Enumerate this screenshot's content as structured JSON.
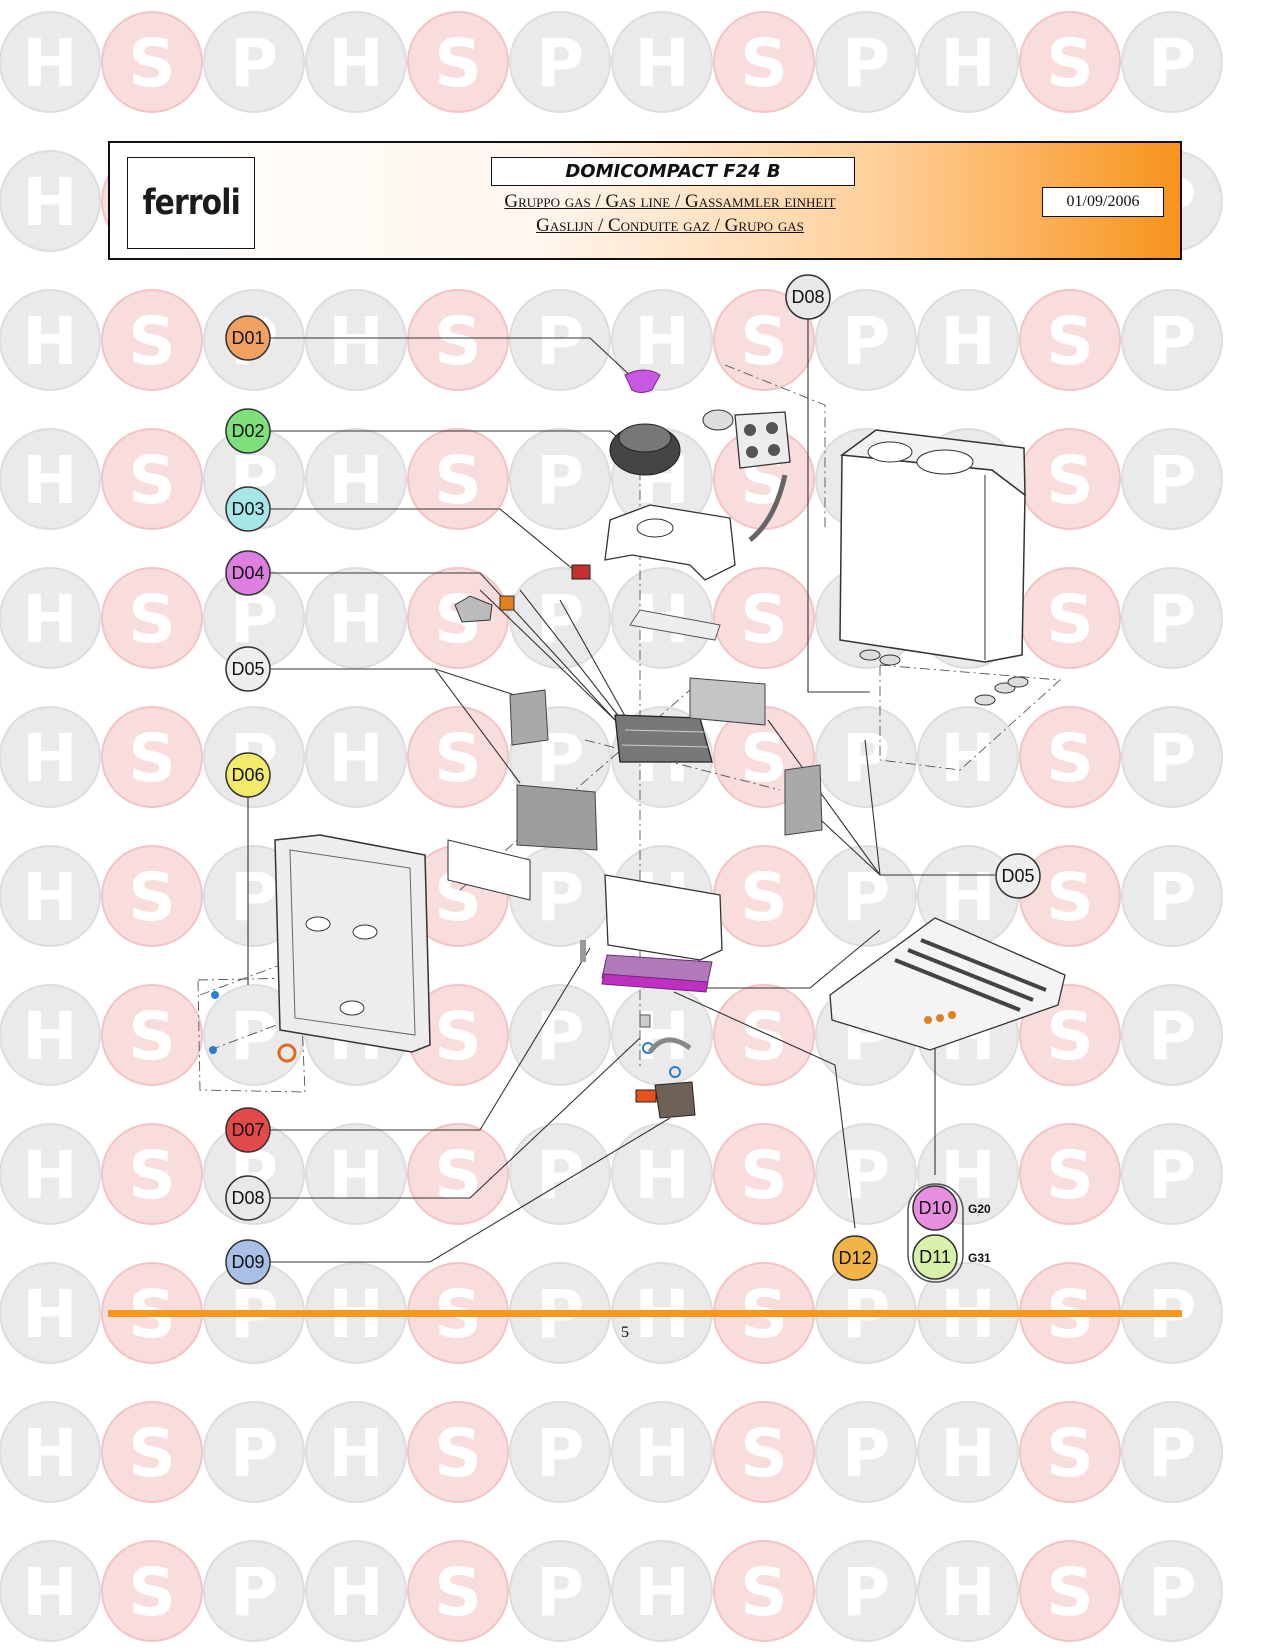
{
  "header": {
    "logo_text": "ferroli",
    "model": "DOMICOMPACT F24 B",
    "title_line1": "Gruppo gas / Gas line / Gassammler einheit",
    "title_line2": "Gaslijn / Conduite gaz  / Grupo gas",
    "date": "01/09/2006"
  },
  "watermark": {
    "letters": [
      "H",
      "S",
      "P"
    ]
  },
  "callouts": [
    {
      "id": "D01",
      "label": "D01",
      "color": "#f0a060"
    },
    {
      "id": "D02",
      "label": "D02",
      "color": "#7ee07a"
    },
    {
      "id": "D03",
      "label": "D03",
      "color": "#a6e6e6"
    },
    {
      "id": "D04",
      "label": "D04",
      "color": "#de7ee0"
    },
    {
      "id": "D05",
      "label": "D05",
      "color": "#eeeeee"
    },
    {
      "id": "D06",
      "label": "D06",
      "color": "#f2ea6a"
    },
    {
      "id": "D07",
      "label": "D07",
      "color": "#e24a4a"
    },
    {
      "id": "D08a",
      "label": "D08",
      "color": "#e8e8e8"
    },
    {
      "id": "D08b",
      "label": "D08",
      "color": "#e8e8e8"
    },
    {
      "id": "D09",
      "label": "D09",
      "color": "#a9bfe6"
    },
    {
      "id": "D05b",
      "label": "D05",
      "color": "#eeeeee"
    },
    {
      "id": "D10",
      "label": "D10",
      "color": "#e88ee0"
    },
    {
      "id": "D11",
      "label": "D11",
      "color": "#d8f2a8"
    },
    {
      "id": "D12",
      "label": "D12",
      "color": "#f2b446"
    }
  ],
  "gas_types": {
    "D10": "G20",
    "D11": "G31"
  },
  "footer": {
    "page_number": "5"
  }
}
